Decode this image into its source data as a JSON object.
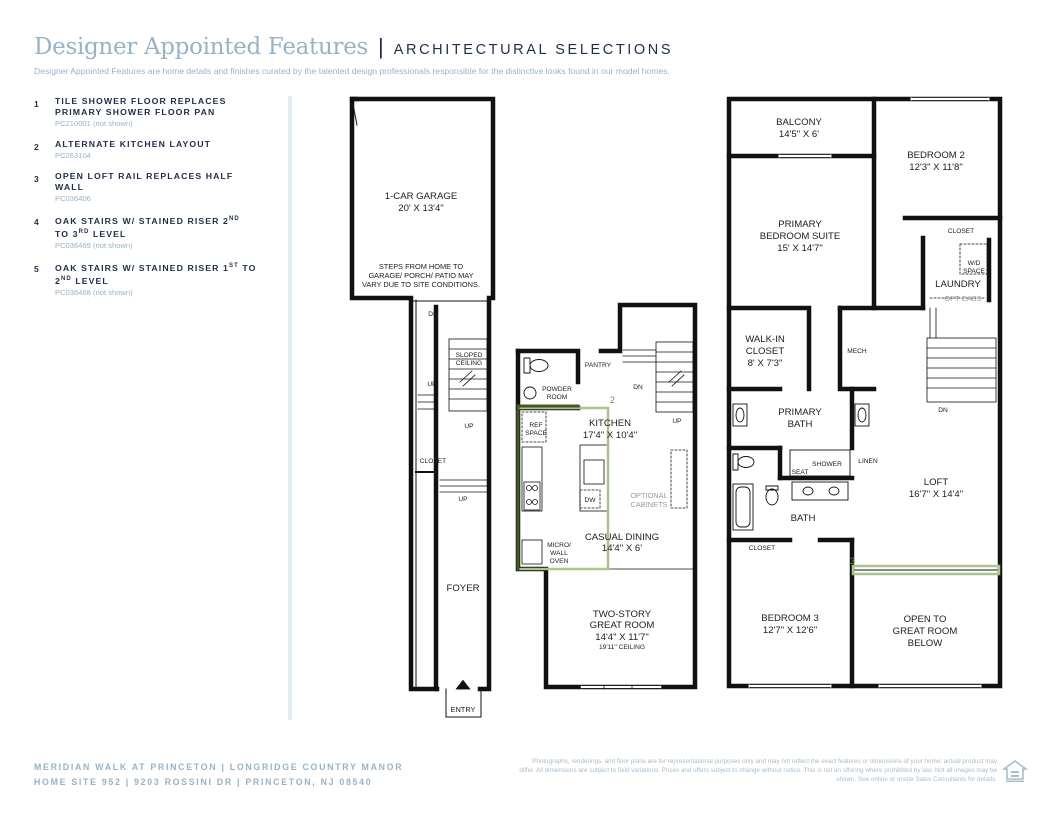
{
  "header": {
    "title": "Designer Appointed Features",
    "separator": "|",
    "section": "ARCHITECTURAL SELECTIONS",
    "subtitle": "Designer Appointed Features are home details and finishes curated by the talented design professionals responsible for the distinctive looks found in our model homes."
  },
  "features": [
    {
      "num": "1",
      "title_html": "TILE SHOWER FLOOR REPLACES<br>PRIMARY SHOWER FLOOR PAN",
      "code": "PC210001 (not shown)"
    },
    {
      "num": "2",
      "title_html": "ALTERNATE KITCHEN LAYOUT",
      "code": "PC263104"
    },
    {
      "num": "3",
      "title_html": "OPEN LOFT RAIL REPLACES HALF<br>WALL",
      "code": "PC036406"
    },
    {
      "num": "4",
      "title_html": "OAK STAIRS W/ STAINED RISER 2<sup>ND</sup><br>TO 3<sup>RD</sup> LEVEL",
      "code": "PC036469 (not shown)"
    },
    {
      "num": "5",
      "title_html": "OAK STAIRS W/ STAINED RISER 1<sup>ST</sup> TO<br>2<sup>ND</sup> LEVEL",
      "code": "PC036468 (not shown)"
    }
  ],
  "plan": {
    "garage": {
      "name": "1-CAR GARAGE",
      "dim": "20' X 13'4\"",
      "note": [
        "STEPS FROM HOME TO",
        "GARAGE/ PORCH/ PATIO MAY",
        "VARY DUE TO SITE CONDITIONS."
      ]
    },
    "level1": {
      "dn": "DN",
      "sloped": [
        "SLOPED",
        "CEILING"
      ],
      "up": "UP",
      "up2": "UP",
      "closet": "CLOSET",
      "up3": "UP",
      "foyer": "FOYER",
      "entry": "ENTRY"
    },
    "level2": {
      "pantry": "PANTRY",
      "dn": "DN",
      "powder": [
        "POWDER",
        "ROOM"
      ],
      "up": "UP",
      "kitchen": "KITCHEN",
      "kitchen_dim": "17'4\" X 10'4\"",
      "ref": [
        "REF",
        "SPACE"
      ],
      "dw": "DW",
      "optional": [
        "OPTIONAL",
        "CABINETS"
      ],
      "dining": "CASUAL DINING",
      "dining_dim": "14'4\" X 6'",
      "micro": [
        "MICRO/",
        "WALL",
        "OVEN"
      ],
      "great": [
        "TWO-STORY",
        "GREAT ROOM"
      ],
      "great_dim": "14'4\" X 11'7\"",
      "great_ceiling": "19'11\" CEILING",
      "marker": "2"
    },
    "level3": {
      "balcony": "BALCONY",
      "balcony_dim": "14'5\" X 6'",
      "bed2": "BEDROOM 2",
      "bed2_dim": "12'3\" X 11'8\"",
      "primary": [
        "PRIMARY",
        "BEDROOM SUITE"
      ],
      "primary_dim": "15' X 14'7\"",
      "closet": "CLOSET",
      "wd": [
        "W/D",
        "SPACE"
      ],
      "laundry": "LAUNDRY",
      "opt_cabs": "OPT CABS",
      "walkin": [
        "WALK-IN",
        "CLOSET"
      ],
      "walkin_dim": "8' X 7'3\"",
      "mech": "MECH",
      "dn": "DN",
      "pbath": [
        "PRIMARY",
        "BATH"
      ],
      "shower": "SHOWER",
      "seat": "SEAT",
      "linen": "LINEN",
      "loft": "LOFT",
      "loft_dim": "16'7\" X 14'4\"",
      "bath": "BATH",
      "closet2": "CLOSET",
      "bed3": "BEDROOM 3",
      "bed3_dim": "12'7\" X 12'6\"",
      "open": [
        "OPEN TO",
        "GREAT ROOM",
        "BELOW"
      ],
      "marker": "3"
    }
  },
  "footer": {
    "line1": "MERIDIAN WALK AT PRINCETON  |  LONGRIDGE COUNTRY MANOR",
    "line2": "HOME SITE 952  |  9203 ROSSINI DR  |  PRINCETON, NJ 08540",
    "disclaimer": "Photographs, renderings, and floor plans are for representational purposes only and may not reflect the exact features or dimensions of your home; actual product may differ. All dimensions are subject to field variations. Prices and offers subject to change without notice. This is not an offering where prohibited by law. Not all images may be shown. See online or onsite Sales Consultants for details."
  },
  "colors": {
    "accent": "#97b3c5",
    "navy": "#1f2d4a",
    "highlight": "#a9c58a"
  }
}
